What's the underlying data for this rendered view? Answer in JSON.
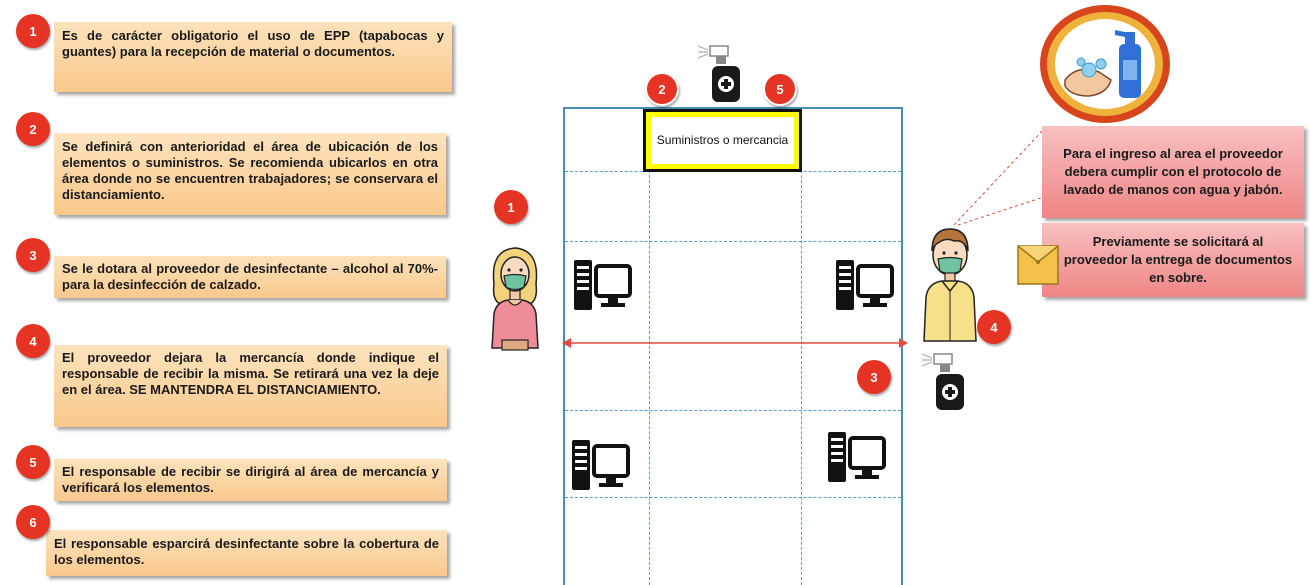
{
  "steps": [
    {
      "number": "1",
      "text": "Es de carácter obligatorio el uso de EPP (tapabocas y guantes) para la recepción de material o documentos."
    },
    {
      "number": "2",
      "text": "Se definirá con anterioridad el área de ubicación de los elementos o suministros. Se recomienda ubicarlos en otra área donde no se encuentren trabajadores; se conservara el distanciamiento."
    },
    {
      "number": "3",
      "text": "Se le dotara al proveedor de desinfectante – alcohol al 70%- para la desinfección de calzado."
    },
    {
      "number": "4",
      "text": "El proveedor dejara la mercancía donde indique el responsable de recibir la misma. Se retirará una vez la deje en el área. SE MANTENDRA EL DISTANCIAMIENTO."
    },
    {
      "number": "5",
      "text": "El responsable de recibir se dirigirá al área de mercancía y verificará los elementos."
    },
    {
      "number": "6",
      "text": "El responsable esparcirá desinfectante sobre la cobertura de los elementos."
    }
  ],
  "diagram": {
    "supply_label": "Suministros o mercancia",
    "markers": {
      "receiver": "1",
      "supply_left": "2",
      "supply_right": "5",
      "floor_spray": "3",
      "provider": "4"
    }
  },
  "callouts": {
    "handwash": "Para el ingreso al area el proveedor debera cumplir con el protocolo de lavado de manos con agua y jabón.",
    "documents": "Previamente se solicitará al proveedor la entrega de documentos en sobre."
  },
  "colors": {
    "badge": "#e53423",
    "note": "#f9c88c",
    "callout": "#ee8585",
    "supply_border": "#ffff00",
    "room_border": "#4a8bb5"
  }
}
